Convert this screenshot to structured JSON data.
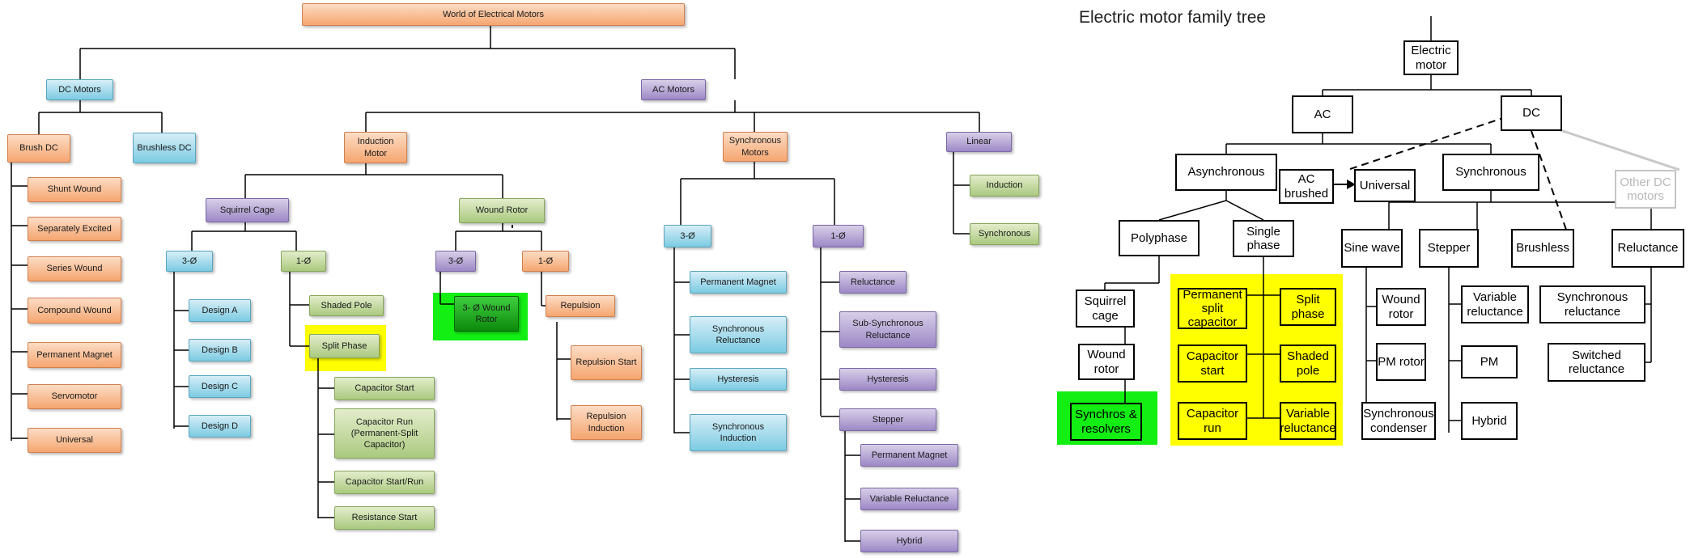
{
  "left_diagram": {
    "root": "World of Electrical Motors",
    "dc_motors": "DC Motors",
    "ac_motors": "AC Motors",
    "brush_dc": "Brush DC",
    "brushless_dc": "Brushless DC",
    "brush_dc_types": [
      "Shunt Wound",
      "Separately Excited",
      "Series Wound",
      "Compound Wound",
      "Permanent Magnet",
      "Servomotor",
      "Universal"
    ],
    "induction_motor": "Induction Motor",
    "synchronous_motors": "Synchronous Motors",
    "linear": "Linear",
    "linear_types": [
      "Induction",
      "Synchronous"
    ],
    "squirrel_cage": "Squirrel Cage",
    "wound_rotor": "Wound Rotor",
    "three_phase": "3-Ø",
    "single_phase": "1-Ø",
    "designs": [
      "Design A",
      "Design B",
      "Design C",
      "Design D"
    ],
    "shaded_pole": "Shaded Pole",
    "split_phase": "Split Phase",
    "split_phase_types": [
      "Capacitor Start",
      "Capacitor Run (Permanent-Split Capacitor)",
      "Capacitor Start/Run",
      "Resistance Start"
    ],
    "three_phase_wound_rotor": "3- Ø Wound Rotor",
    "repulsion": "Repulsion",
    "repulsion_types": [
      "Repulsion Start",
      "Repulsion Induction"
    ],
    "sync_three_phase_types": [
      "Permanent Magnet",
      "Synchronous Reluctance",
      "Hysteresis",
      "Synchronous Induction"
    ],
    "sync_single_phase_types": [
      "Reluctance",
      "Sub-Synchronous Reluctance",
      "Hysteresis",
      "Stepper"
    ],
    "stepper_types": [
      "Permanent Magnet",
      "Variable Reluctance",
      "Hybrid"
    ]
  },
  "right_diagram": {
    "title": "Electric motor family tree",
    "electric_motor": "Electric motor",
    "ac": "AC",
    "dc": "DC",
    "asynchronous": "Asynchronous",
    "ac_brushed": "AC brushed",
    "universal": "Universal",
    "synchronous": "Synchronous",
    "other_dc_motors": "Other DC motors",
    "polyphase": "Polyphase",
    "single_phase": "Single phase",
    "sine_wave": "Sine wave",
    "stepper": "Stepper",
    "brushless": "Brushless",
    "reluctance": "Reluctance",
    "squirrel_cage": "Squirrel cage",
    "wound_rotor": "Wound rotor",
    "synchros_resolvers": "Synchros & resolvers",
    "single_phase_types": [
      "Permanent split capacitor",
      "Capacitor start",
      "Capacitor run",
      "Split phase",
      "Shaded pole",
      "Variable reluctance"
    ],
    "sine_wave_types": [
      "Wound rotor",
      "PM rotor",
      "Synchronous condenser"
    ],
    "stepper_types": [
      "Variable reluctance",
      "PM",
      "Hybrid"
    ],
    "reluctance_types": [
      "Synchronous reluctance",
      "Switched reluctance"
    ]
  },
  "colors": {
    "orange": "#f5a670",
    "blue": "#7ccbe2",
    "purple": "#9c88c6",
    "light_green": "#aac97f",
    "bright_green": "#13ee13",
    "highlight_yellow": "#ffff00"
  }
}
